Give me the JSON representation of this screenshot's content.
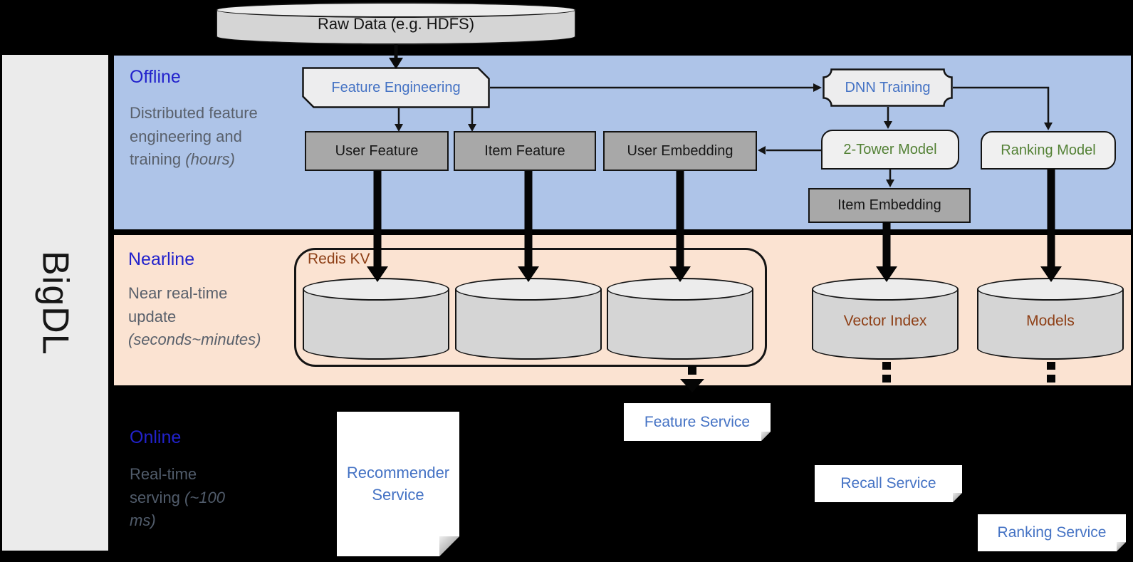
{
  "brand": {
    "label": "BigDL"
  },
  "source": {
    "label": "Raw Data (e.g. HDFS)"
  },
  "offline": {
    "title": "Offline",
    "description": "Distributed feature engineering and training ",
    "description_italic": "(hours)",
    "nodes": {
      "feature_engineering": "Feature Engineering",
      "dnn_training": "DNN Training",
      "user_feature": "User Feature",
      "item_feature": "Item Feature",
      "user_embedding": "User Embedding",
      "two_tower_model": "2-Tower Model",
      "ranking_model": "Ranking Model",
      "item_embedding": "Item Embedding"
    }
  },
  "nearline": {
    "title": "Nearline",
    "description": "Near real-time update ",
    "description_italic": "(seconds~minutes)",
    "nodes": {
      "redis_kv": "Redis KV",
      "vector_index": "Vector Index",
      "models": "Models"
    }
  },
  "online": {
    "title": "Online",
    "description": "Real-time serving ",
    "description_italic": "(~100 ms)",
    "nodes": {
      "recommender_service": "Recommender Service",
      "feature_service": "Feature Service",
      "recall_service": "Recall Service",
      "ranking_service": "Ranking Service"
    }
  },
  "colors": {
    "background": "#000000",
    "sidebar": "#ebebeb",
    "offline_band": "#aec4e8",
    "nearline_band": "#fbe3d2",
    "section_title_blue": "#2222cc",
    "section_description_gray": "#59606b",
    "node_text_blue": "#4472c4",
    "node_text_green": "#538135",
    "node_text_brown": "#8e3f16",
    "gray_node_fill": "#a8a8a8",
    "light_node_fill": "#ededee",
    "cylinder_fill": "#d5d5d5"
  }
}
